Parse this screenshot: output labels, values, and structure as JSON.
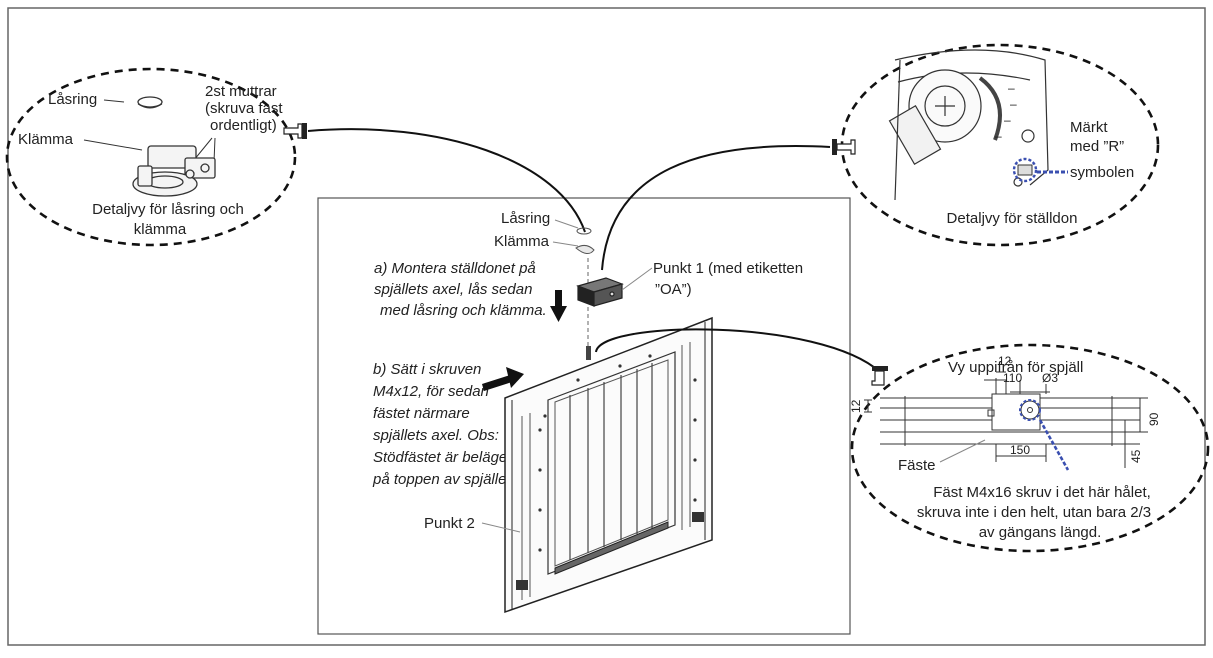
{
  "colors": {
    "accent_blue": "#3a4fb0",
    "frame": "#555555",
    "line": "#222222"
  },
  "detail_lock": {
    "label_lasring": "Låsring",
    "label_muttrar": [
      "2st muttrar",
      "(skruva fast",
      "ordentligt)"
    ],
    "label_klamma": "Klämma",
    "caption": [
      "Detaljvy för låsring och",
      "klämma"
    ]
  },
  "detail_actuator": {
    "label_markt": [
      "Märkt",
      "med ”R”",
      "symbolen"
    ],
    "caption": "Detaljvy för ställdon"
  },
  "main": {
    "label_lasring": "Låsring",
    "label_klamma": "Klämma",
    "step_a": [
      "a) Montera ställdonet på",
      "spjällets axel, lås sedan",
      "med låsring och klämma."
    ],
    "punkt1": [
      "Punkt 1 (med etiketten",
      "”OA”)"
    ],
    "step_b": [
      "b) Sätt i skruven",
      "M4x12, för sedan",
      "fästet närmare",
      "spjällets axel. Obs:",
      "Stödfästet är beläget",
      "på toppen av spjället."
    ],
    "punkt2": "Punkt 2"
  },
  "detail_top": {
    "title": "Vy uppifrån för spjäll",
    "dims": {
      "d12_top": "12",
      "d110": "110",
      "phi3": "Ø3",
      "d12_side": "12",
      "d90": "90",
      "d150": "150",
      "d45": "45"
    },
    "label_faste": "Fäste",
    "note": [
      "Fäst M4x16 skruv i det här hålet,",
      "skruva inte i den helt, utan bara 2/3",
      "av gängans längd."
    ]
  },
  "icons": [
    "pointing-hand-icon",
    "arrow-down-icon",
    "arrow-right-icon"
  ]
}
